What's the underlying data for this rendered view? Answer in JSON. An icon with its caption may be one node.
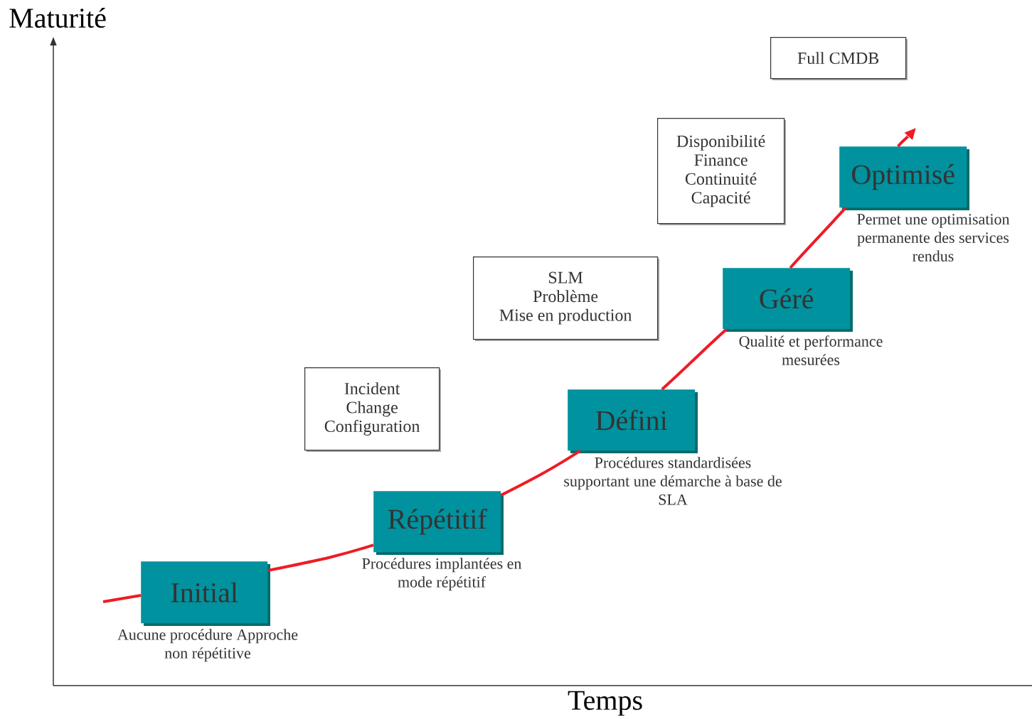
{
  "diagram": {
    "nodes": [
      {
        "text": [
          "Initial"
        ],
        "beside": [
          "Aucune procédure Approche non répétitive"
        ]
      },
      {
        "text": [
          "Répétitif"
        ],
        "beside": [
          "Procédures implantées en mode répétitif"
        ]
      },
      {
        "text": [
          "Défini"
        ],
        "beside": [
          "Procédures standardisées supportant une démarche à base de SLA"
        ]
      },
      {
        "text": [
          "Géré"
        ],
        "beside": [
          "Qualité et performance mesurées"
        ]
      },
      {
        "text": [
          "Optimisé"
        ],
        "beside": [
          "Permet une optimisation permanente des services rendus"
        ]
      },
      {
        "text": [
          "Incident",
          "Change",
          "Configuration"
        ]
      },
      {
        "text": [
          "SLM",
          "Problème",
          "Mise en production"
        ]
      },
      {
        "text": [
          "Disponibilité",
          "Finance",
          "Continuité",
          "Capacité"
        ]
      },
      {
        "text": [
          "Full CMDB"
        ]
      }
    ],
    "edges": [
      {
        "from": null,
        "to": 0,
        "arrow": "none"
      },
      {
        "from": 0,
        "to": 1,
        "arrow": "none"
      },
      {
        "from": 1,
        "to": 2,
        "arrow": "none"
      },
      {
        "from": 2,
        "to": 3,
        "arrow": "none"
      },
      {
        "from": 3,
        "to": 4,
        "arrow": "none"
      },
      {
        "from": 4,
        "to": null,
        "arrow": "to"
      }
    ],
    "labels": [
      "Maturité",
      "Temps"
    ]
  }
}
